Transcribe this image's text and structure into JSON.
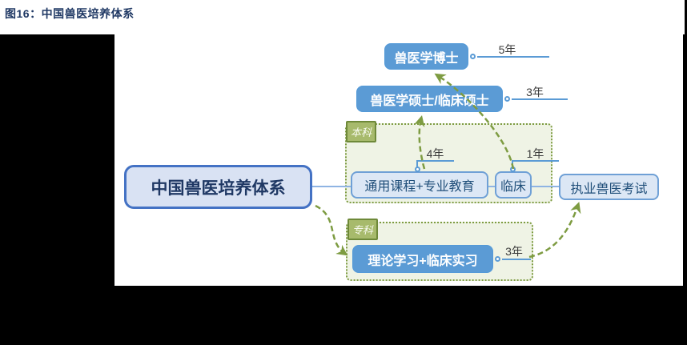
{
  "figure": {
    "title": "图16：中国兽医培养体系"
  },
  "diagram": {
    "root": {
      "label": "中国兽医培养体系"
    },
    "groups": {
      "undergraduate": {
        "label": "本科"
      },
      "college": {
        "label": "专科"
      }
    },
    "nodes": {
      "doctor": {
        "label": "兽医学博士",
        "duration": "5年"
      },
      "master": {
        "label": "兽医学硕士/临床硕士",
        "duration": "3年"
      },
      "course": {
        "label": "通用课程+专业教育",
        "duration": "4年"
      },
      "clinical": {
        "label": "临床",
        "duration": "1年"
      },
      "exam": {
        "label": "执业兽医考试"
      },
      "theory": {
        "label": "理论学习+临床实习",
        "duration": "3年"
      }
    },
    "colors": {
      "accent_blue": "#5B9BD5",
      "light_blue_fill": "#DCE7F5",
      "root_border_blue": "#4472C4",
      "navy_text": "#1F3864",
      "olive_green": "#7E9C42",
      "group_fill": "#EFF3E5",
      "group_label_fill": "#A7BA6C"
    }
  }
}
